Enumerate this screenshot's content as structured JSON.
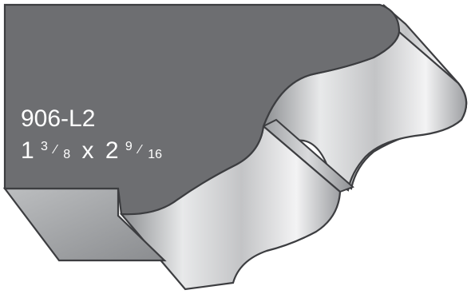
{
  "profile": {
    "model": "906-L2",
    "dimension_whole_1": "1",
    "dimension_frac_1_num": "3",
    "dimension_frac_1_den": "8",
    "dimension_separator": "x",
    "dimension_whole_2": "2",
    "dimension_frac_2_num": "9",
    "dimension_frac_2_den": "16"
  },
  "colors": {
    "profile_face": "#6d6e71",
    "outline": "#3c3d40",
    "bevel_light": "#d6d7d9",
    "bevel_mid": "#a7a9ac",
    "bevel_dark": "#808285",
    "text": "#ffffff"
  }
}
